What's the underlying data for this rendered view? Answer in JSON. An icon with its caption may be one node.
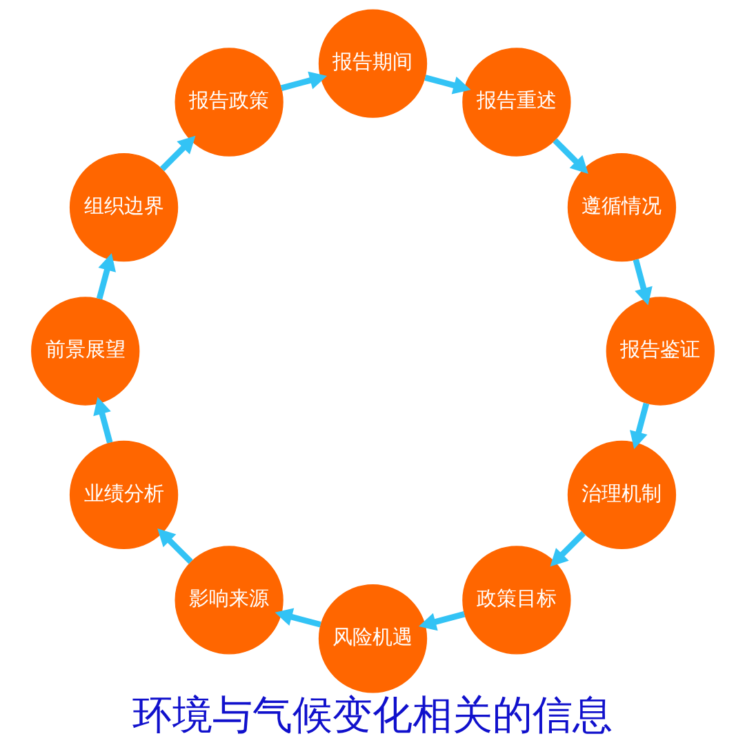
{
  "diagram": {
    "title": "环境与气候变化相关的信息",
    "nodes": [
      {
        "text": [
          "治理机制"
        ]
      },
      {
        "text": [
          "政策目标"
        ]
      },
      {
        "text": [
          "风险机遇"
        ]
      },
      {
        "text": [
          "影响来源"
        ]
      },
      {
        "text": [
          "业绩分析"
        ]
      },
      {
        "text": [
          "前景展望"
        ]
      },
      {
        "text": [
          "组织边界"
        ]
      },
      {
        "text": [
          "报告政策"
        ]
      },
      {
        "text": [
          "报告期间"
        ]
      },
      {
        "text": [
          "报告重述"
        ]
      },
      {
        "text": [
          "遵循情况"
        ]
      },
      {
        "text": [
          "报告鉴证"
        ]
      }
    ],
    "edges": [
      {
        "from": 0,
        "to": 1,
        "arrow": "to"
      },
      {
        "from": 1,
        "to": 2,
        "arrow": "to"
      },
      {
        "from": 2,
        "to": 3,
        "arrow": "to"
      },
      {
        "from": 3,
        "to": 4,
        "arrow": "to"
      },
      {
        "from": 4,
        "to": 5,
        "arrow": "to"
      },
      {
        "from": 5,
        "to": 6,
        "arrow": "to"
      },
      {
        "from": 6,
        "to": 7,
        "arrow": "to"
      },
      {
        "from": 7,
        "to": 8,
        "arrow": "to"
      },
      {
        "from": 8,
        "to": 9,
        "arrow": "to"
      },
      {
        "from": 9,
        "to": 10,
        "arrow": "to"
      },
      {
        "from": 10,
        "to": 11,
        "arrow": "to"
      },
      {
        "from": 11,
        "to": 0,
        "arrow": "to"
      }
    ]
  }
}
